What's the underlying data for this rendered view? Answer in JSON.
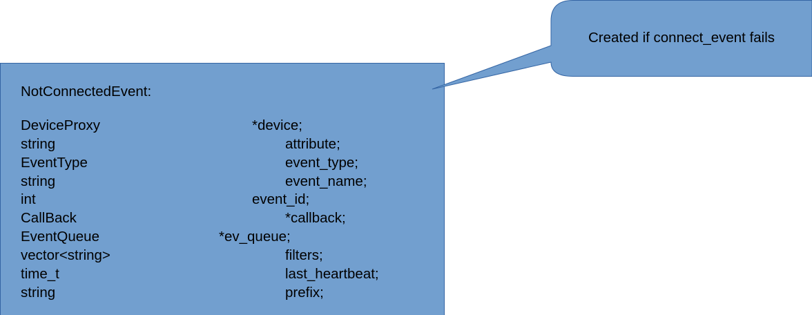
{
  "colors": {
    "fill": "#729fcf",
    "stroke": "#3465a4",
    "text": "#000000"
  },
  "callout": {
    "text": "Created if connect_event fails"
  },
  "box": {
    "title": "NotConnectedEvent:",
    "fields": [
      {
        "type": "DeviceProxy",
        "name": "*device;"
      },
      {
        "type": "string",
        "name": "attribute;"
      },
      {
        "type": "EventType",
        "name": "event_type;"
      },
      {
        "type": "string",
        "name": "event_name;"
      },
      {
        "type": "int",
        "name": "event_id;"
      },
      {
        "type": "CallBack",
        "name": "*callback;"
      },
      {
        "type": "EventQueue",
        "name": "*ev_queue;"
      },
      {
        "type": "vector<string>",
        "name": "filters;"
      },
      {
        "type": "time_t",
        "name": "last_heartbeat;"
      },
      {
        "type": "string",
        "name": "prefix;"
      }
    ]
  }
}
